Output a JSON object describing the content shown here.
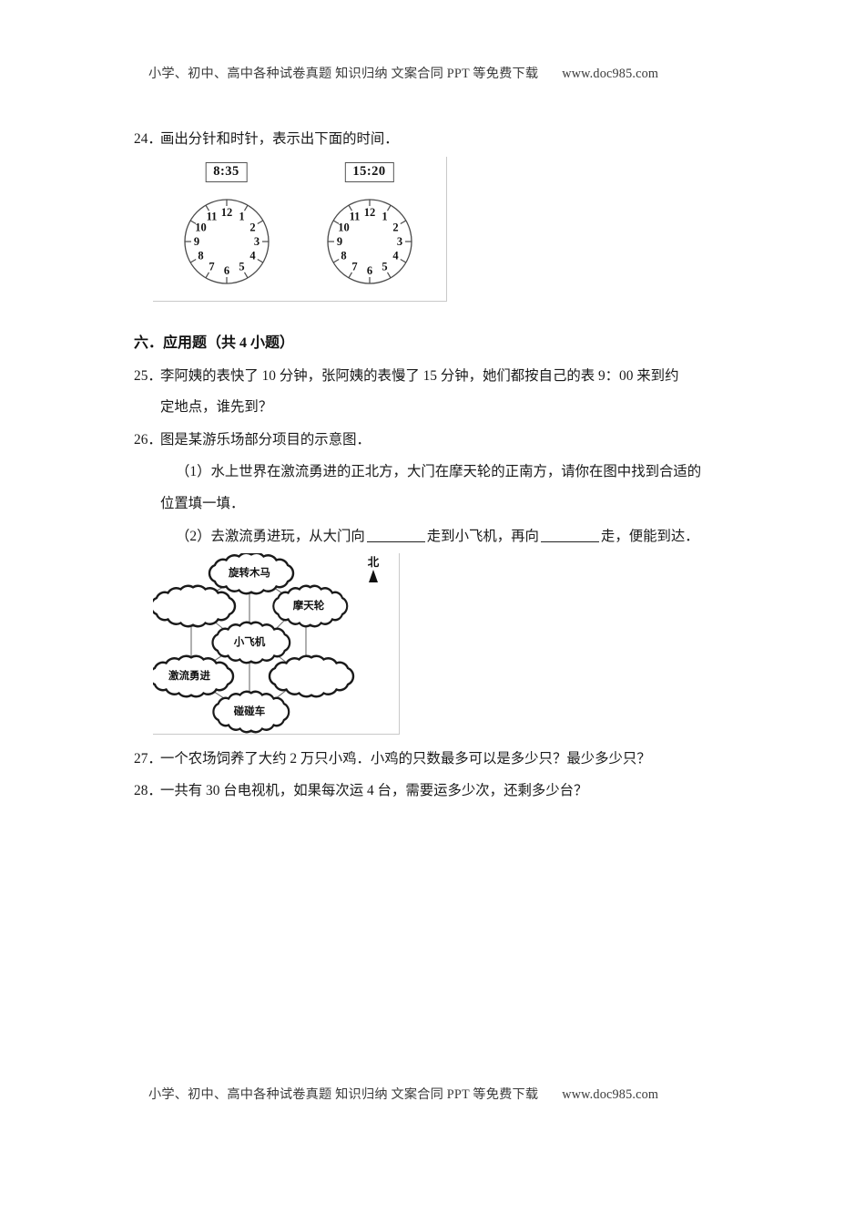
{
  "page": {
    "running_head": "小学、初中、高中各种试卷真题  知识归纳  文案合同  PPT 等免费下载",
    "running_head_url": "www.doc985.com",
    "running_foot": "小学、初中、高中各种试卷真题  知识归纳  文案合同  PPT 等免费下载",
    "running_foot_url": "www.doc985.com"
  },
  "questions": {
    "q24": {
      "number": "24．",
      "text": "画出分针和时针，表示出下面的时间．",
      "figure": {
        "clocks": [
          {
            "time_label": "8:35",
            "numerals": [
              "12",
              "1",
              "2",
              "3",
              "4",
              "5",
              "6",
              "7",
              "8",
              "9",
              "10",
              "11"
            ]
          },
          {
            "time_label": "15:20",
            "numerals": [
              "12",
              "1",
              "2",
              "3",
              "4",
              "5",
              "6",
              "7",
              "8",
              "9",
              "10",
              "11"
            ]
          }
        ]
      }
    },
    "q25": {
      "number": "25．",
      "line1": "李阿姨的表快了 10 分钟，张阿姨的表慢了 15 分钟，她们都按自己的表 9：00 来到约",
      "line2": "定地点，谁先到？"
    },
    "q26": {
      "number": "26．",
      "text": "图是某游乐场部分项目的示意图．",
      "part1_line1": "（1）水上世界在激流勇进的正北方，大门在摩天轮的正南方，请你在图中找到合适的",
      "part1_line2": "位置填一填．",
      "part2_a": "（2）去激流勇进玩，从大门向",
      "part2_b": "走到小飞机，再向",
      "part2_c": "走，便能到达．",
      "figure": {
        "north_label": "北",
        "nodes": [
          {
            "id": "carousel",
            "label": "旋转木马"
          },
          {
            "id": "blank-left",
            "label": ""
          },
          {
            "id": "ferris",
            "label": "摩天轮"
          },
          {
            "id": "plane",
            "label": "小飞机"
          },
          {
            "id": "rapids",
            "label": "激流勇进"
          },
          {
            "id": "blank-right",
            "label": ""
          },
          {
            "id": "bumper",
            "label": "碰碰车"
          }
        ]
      }
    },
    "q27": {
      "number": "27．",
      "text": "一个农场饲养了大约 2 万只小鸡．小鸡的只数最多可以是多少只？最少多少只？"
    },
    "q28": {
      "number": "28．",
      "text": "一共有 30 台电视机，如果每次运 4 台，需要运多少次，还剩多少台？"
    }
  },
  "section_heading": "六．应用题（共 4 小题）"
}
